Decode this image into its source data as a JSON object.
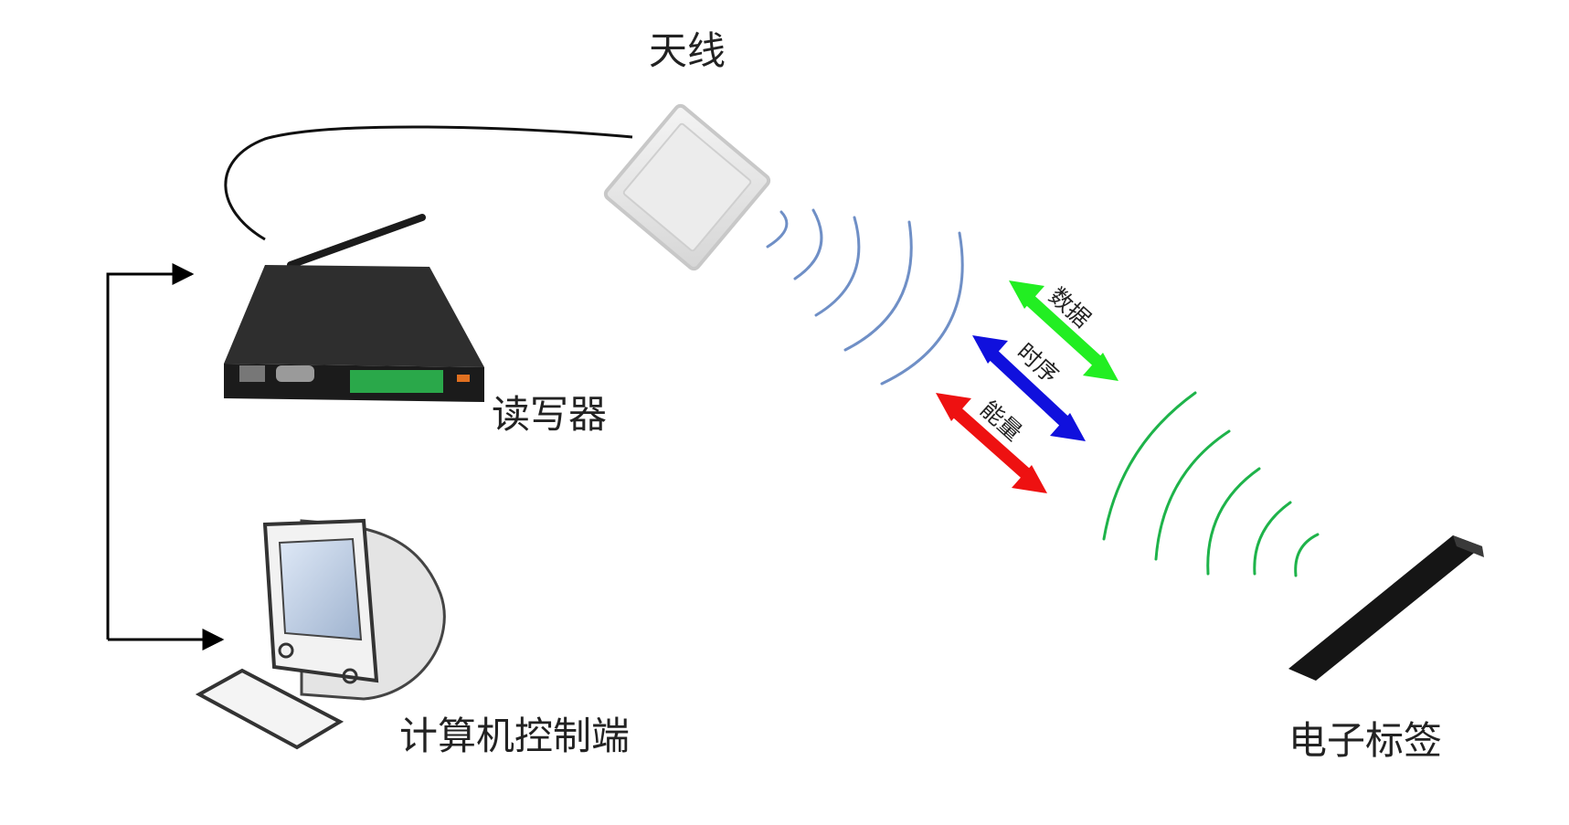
{
  "labels": {
    "antenna": "天线",
    "reader": "读写器",
    "computer": "计算机控制端",
    "tag": "电子标签"
  },
  "arrows": [
    {
      "label": "数据",
      "color": "#22ee22"
    },
    {
      "label": "时序",
      "color": "#1010dd"
    },
    {
      "label": "能量",
      "color": "#ee1111"
    }
  ],
  "colors": {
    "antenna_waves": "#6f8fc6",
    "tag_waves": "#1eb34a",
    "device_body": "#1b1b1b",
    "terminal_block": "#2aa84a",
    "connector_line": "#111111"
  }
}
